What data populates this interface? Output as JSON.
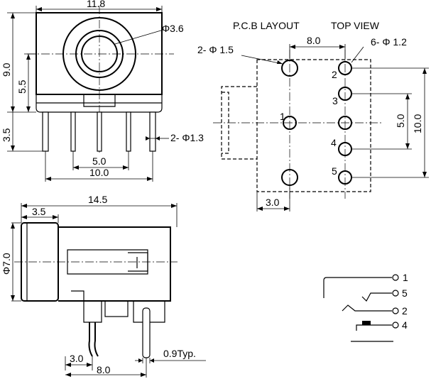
{
  "headings": {
    "pcb_layout": "P.C.B LAYOUT",
    "top_view": "TOP VIEW"
  },
  "front_view": {
    "width": "11.8",
    "hole_dia": "Φ3.6",
    "total_height": "9.0",
    "center_height": "5.5",
    "pin_length": "3.5",
    "pin_dia": "2- Φ1.3",
    "pin_pitch": "5.0",
    "pin_span": "10.0"
  },
  "pcb": {
    "big_hole_pitch": "8.0",
    "big_hole_dia": "2- Φ 1.5",
    "small_hole_dia": "6- Φ 1.2",
    "vert_pitch": "5.0",
    "vert_span": "10.0",
    "offset": "3.0",
    "pins": [
      "1",
      "2",
      "3",
      "4",
      "5"
    ]
  },
  "side_view": {
    "length": "14.5",
    "nose_length": "3.5",
    "body_dia": "Φ7.0",
    "pin_offset": "3.0",
    "pin_span": "8.0",
    "pin_thickness": "0.9Typ."
  },
  "schematic": {
    "pins": [
      "1",
      "5",
      "2",
      "4"
    ]
  }
}
